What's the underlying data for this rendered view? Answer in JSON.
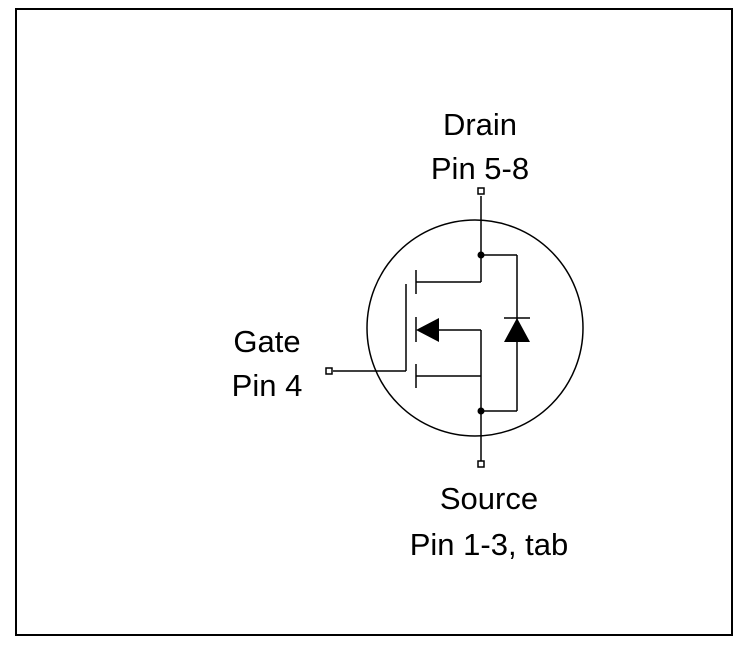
{
  "diagram": {
    "drain": {
      "name": "Drain",
      "pins": "Pin 5-8"
    },
    "gate": {
      "name": "Gate",
      "pins": "Pin 4"
    },
    "source": {
      "name": "Source",
      "pins": "Pin 1-3, tab"
    },
    "colors": {
      "line": "#000000",
      "background": "#ffffff"
    }
  }
}
